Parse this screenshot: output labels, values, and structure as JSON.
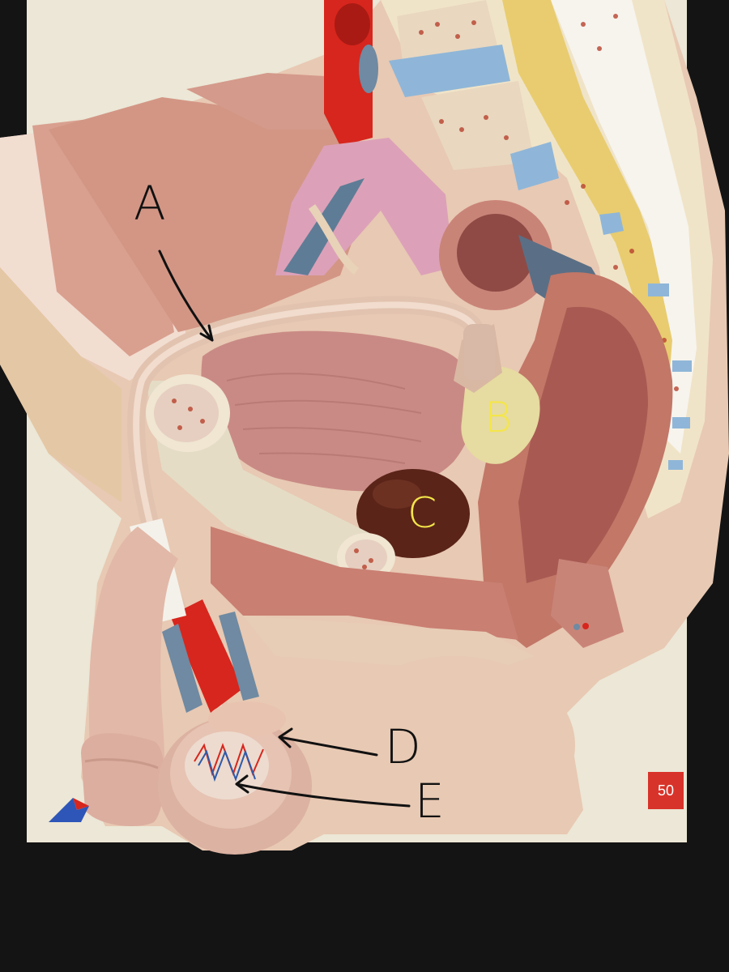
{
  "photo": {
    "subject": "",
    "labels": {
      "A": "A",
      "B": "B",
      "C": "C",
      "D": "D",
      "E": "E"
    },
    "plate_number": "50"
  },
  "colors": {
    "background": "#141414",
    "plate": "#ece7d6",
    "skin": "#e2b8a8",
    "muscle": "#c9857a",
    "bone": "#e9dcc0",
    "artery": "#d7261d",
    "vein": "#6f8aa2",
    "nerve": "#e8cc6f",
    "label_yellow": "#f4e64a",
    "label_dark": "#111111"
  }
}
